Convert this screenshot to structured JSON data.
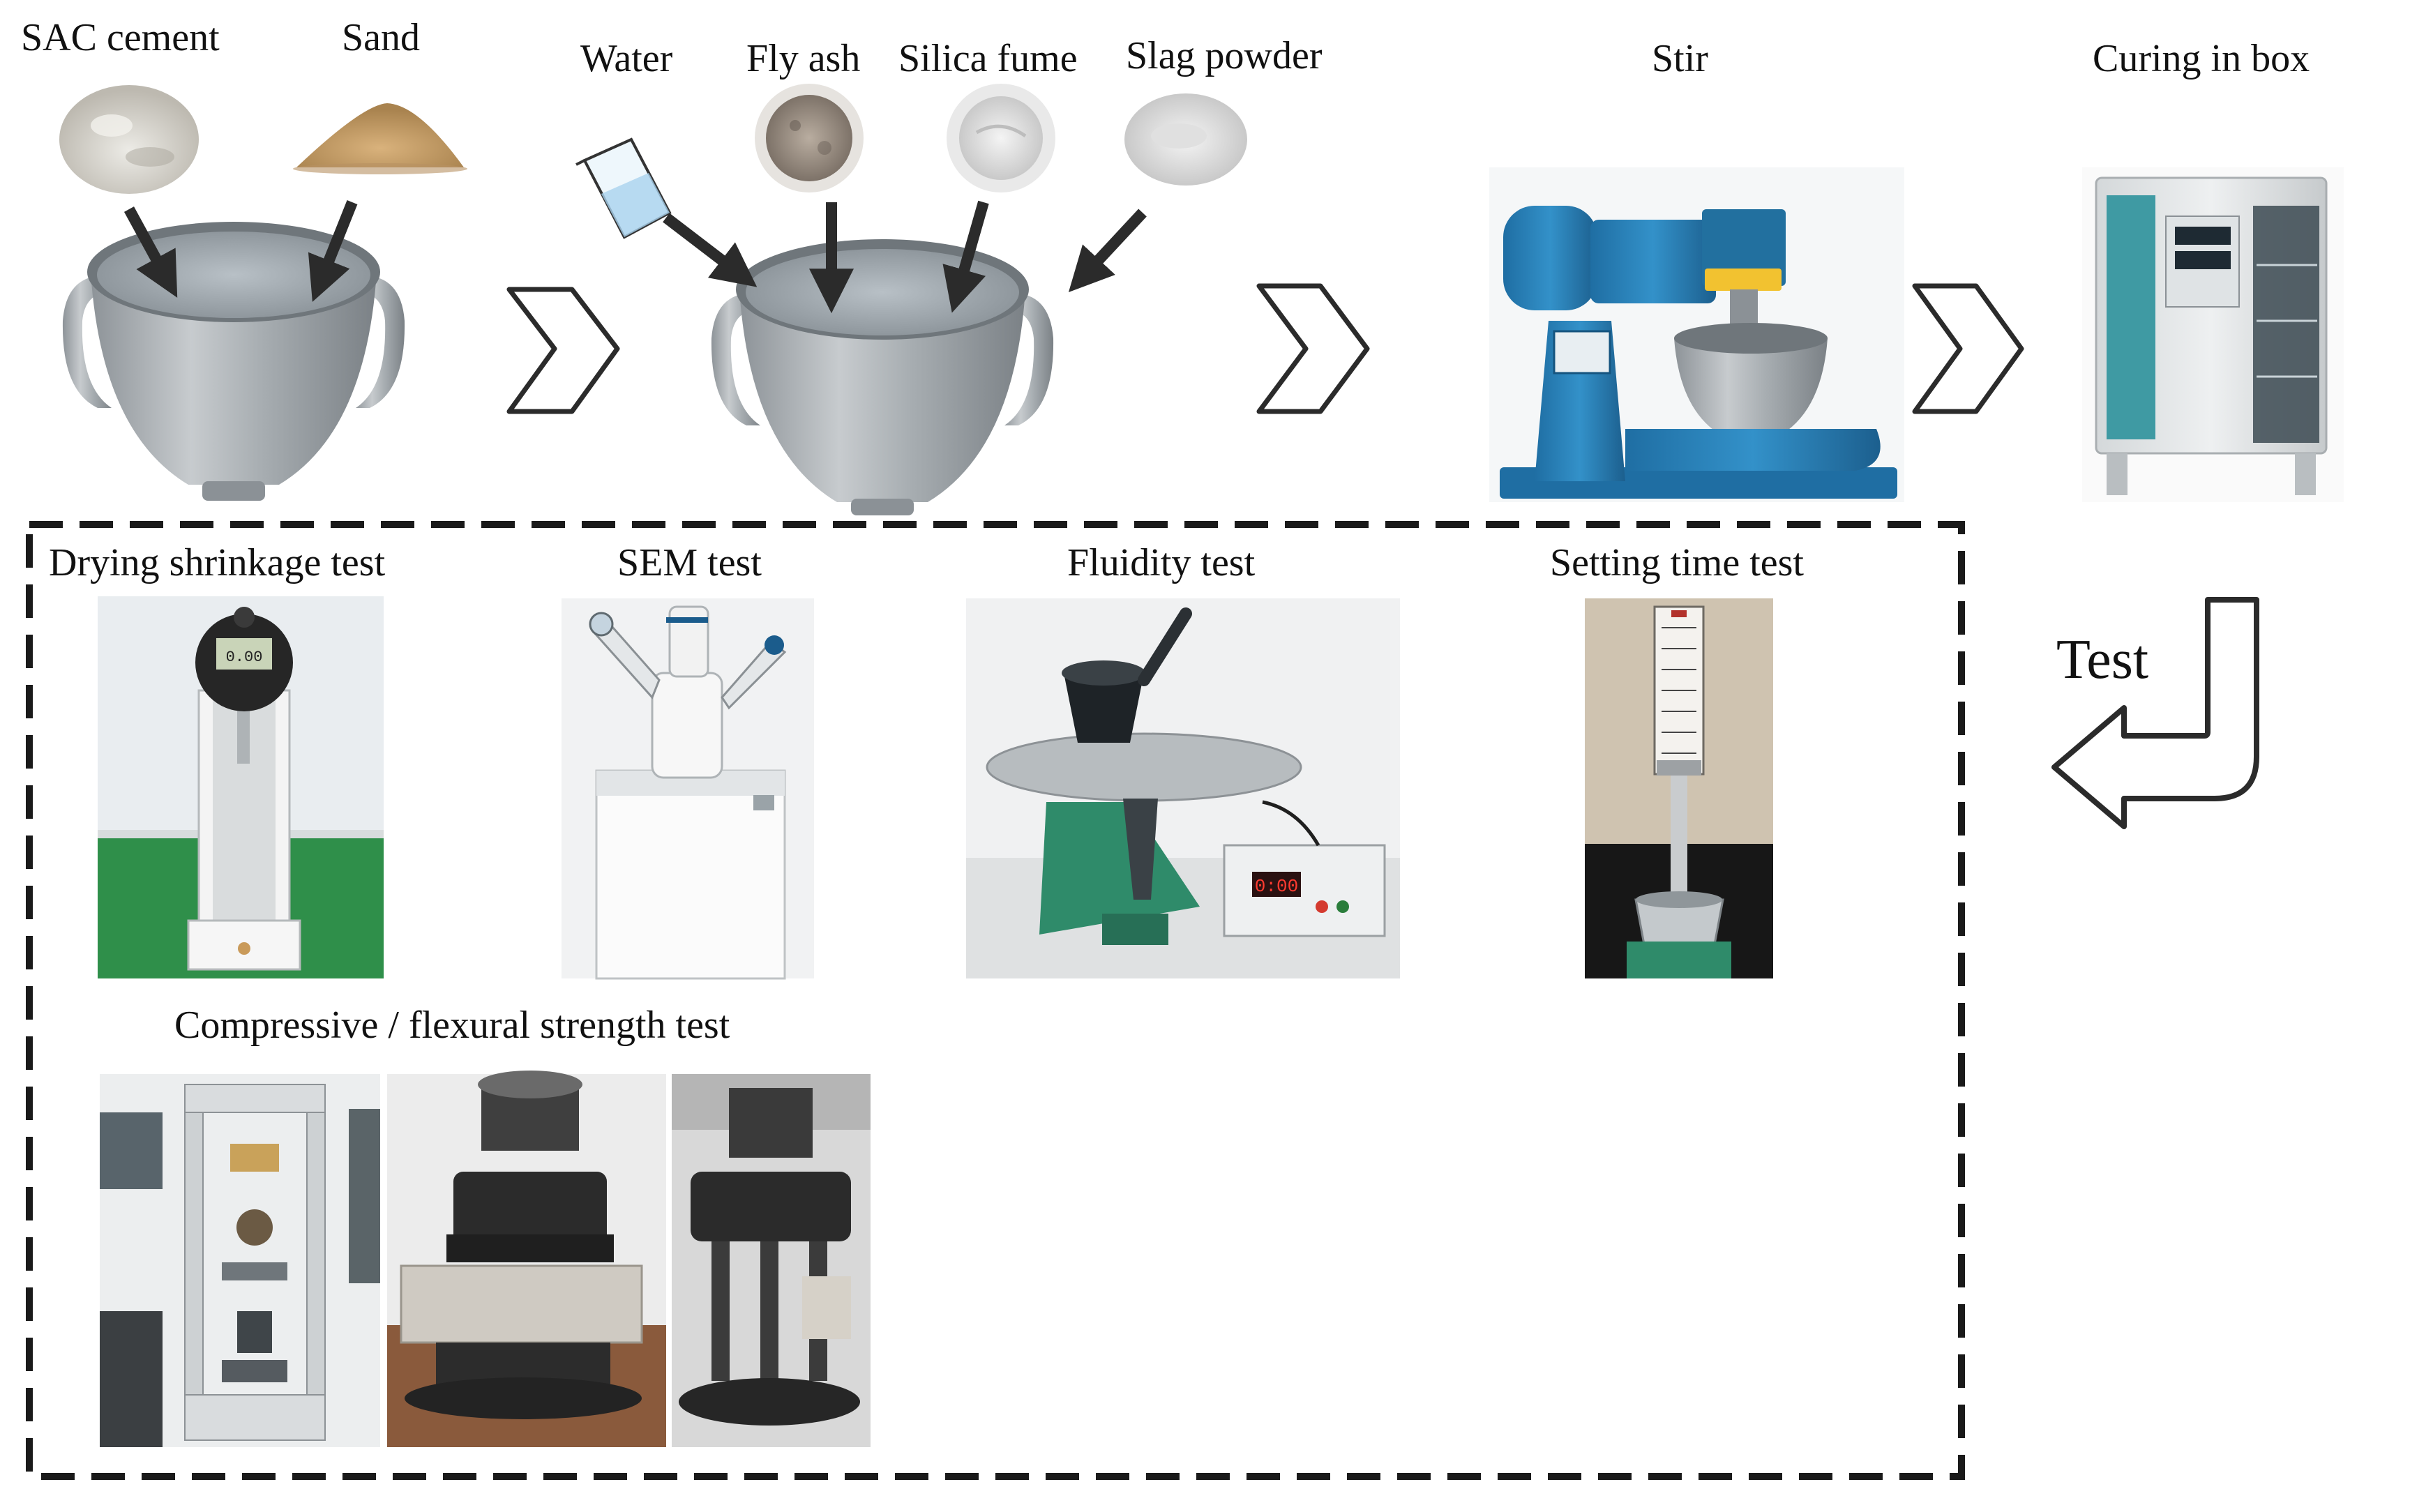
{
  "top_labels": {
    "sac_cement": "SAC cement",
    "sand": "Sand",
    "water": "Water",
    "fly_ash": "Fly ash",
    "silica_fume": "Silica fume",
    "slag_powder": "Slag powder",
    "stir": "Stir",
    "curing": "Curing in box"
  },
  "test_arrow_label": "Test",
  "test_labels": {
    "drying_shrinkage": "Drying shrinkage test",
    "sem": "SEM test",
    "fluidity": "Fluidity test",
    "setting_time": "Setting time test",
    "strength": "Compressive / flexural strength test"
  },
  "device_texts": {
    "dial_readout": "0.00",
    "fluidity_display": "0:00"
  },
  "colors": {
    "steel": "#9ea4a8",
    "equipment_blue": "#2a7fb6",
    "equipment_green": "#2f8b6a",
    "sand": "#c9a270",
    "cement": "#d9d6cf"
  }
}
